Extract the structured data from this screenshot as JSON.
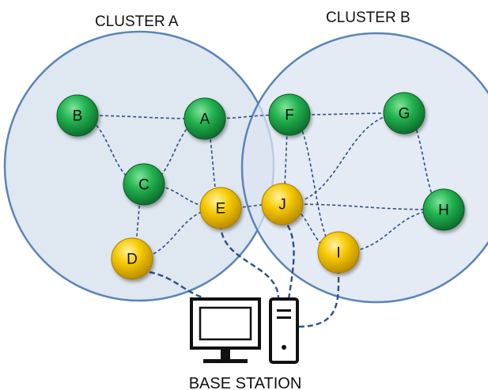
{
  "colors": {
    "cluster_fill": "#dbe4f0",
    "cluster_stroke": "#5b84b8",
    "link": "#2e4f86",
    "green_node": "#1ea84a",
    "yellow_node": "#f5c400",
    "station": "#111111"
  },
  "clusters": [
    {
      "id": "a",
      "title": "CLUSTER A"
    },
    {
      "id": "b",
      "title": "CLUSTER B"
    }
  ],
  "nodes": [
    {
      "id": "B",
      "label": "B",
      "type": "green"
    },
    {
      "id": "A",
      "label": "A",
      "type": "green"
    },
    {
      "id": "F",
      "label": "F",
      "type": "green"
    },
    {
      "id": "G",
      "label": "G",
      "type": "green"
    },
    {
      "id": "C",
      "label": "C",
      "type": "green"
    },
    {
      "id": "E",
      "label": "E",
      "type": "yellow"
    },
    {
      "id": "J",
      "label": "J",
      "type": "yellow"
    },
    {
      "id": "H",
      "label": "H",
      "type": "green"
    },
    {
      "id": "D",
      "label": "D",
      "type": "yellow"
    },
    {
      "id": "I",
      "label": "I",
      "type": "yellow"
    }
  ],
  "links": [
    [
      "B",
      "A"
    ],
    [
      "B",
      "C"
    ],
    [
      "A",
      "C"
    ],
    [
      "A",
      "F"
    ],
    [
      "A",
      "E"
    ],
    [
      "C",
      "D"
    ],
    [
      "C",
      "E"
    ],
    [
      "D",
      "E"
    ],
    [
      "E",
      "J"
    ],
    [
      "F",
      "G"
    ],
    [
      "F",
      "J"
    ],
    [
      "F",
      "I"
    ],
    [
      "G",
      "J"
    ],
    [
      "G",
      "H"
    ],
    [
      "J",
      "H"
    ],
    [
      "J",
      "I"
    ],
    [
      "I",
      "H"
    ]
  ],
  "uplinks": [
    "D",
    "E",
    "J",
    "I"
  ],
  "base_station": {
    "label": "BASE STATION"
  }
}
